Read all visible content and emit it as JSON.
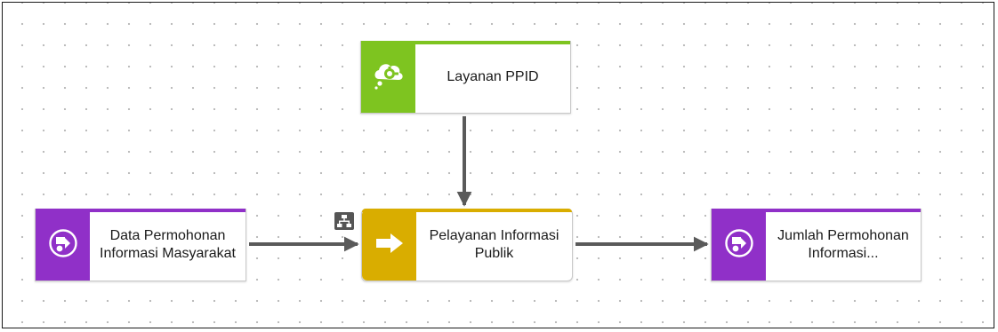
{
  "diagram": {
    "nodes": {
      "layanan": {
        "label": "Layanan PPID",
        "icon": "service-cloud-gear-icon",
        "color": "#7ec420"
      },
      "data_permohonan": {
        "label": "Data Permohonan Informasi Masyarakat",
        "icon": "information-carrier-icon",
        "color": "#9030c8"
      },
      "pelayanan": {
        "label": "Pelayanan Informasi Publik",
        "icon": "arrow-right-icon",
        "color": "#d9ad00"
      },
      "jumlah": {
        "label": "Jumlah Permohonan Informasi...",
        "icon": "information-carrier-icon",
        "color": "#9030c8"
      }
    },
    "edges": [
      {
        "from": "layanan",
        "to": "pelayanan"
      },
      {
        "from": "data_permohonan",
        "to": "pelayanan"
      },
      {
        "from": "pelayanan",
        "to": "jumlah"
      }
    ],
    "markers": {
      "hierarchy_icon": "hierarchy-icon"
    },
    "colors": {
      "arrow": "#5a5a5a"
    }
  }
}
